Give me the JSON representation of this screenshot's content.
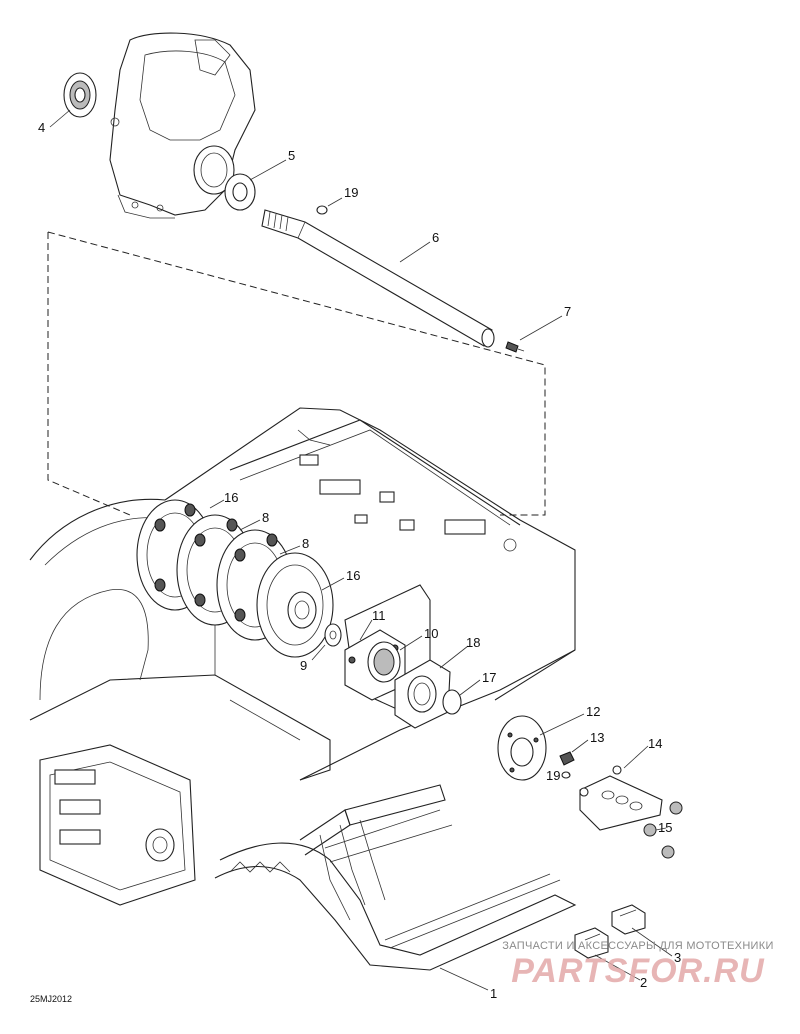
{
  "drawing_code": "25MJ2012",
  "watermark": {
    "caption": "ЗАПЧАСТИ И АКСЕССУАРЫ ДЛЯ МОТОТЕХНИКИ",
    "logo": "PARTSFOR.RU"
  },
  "callouts": [
    {
      "id": "c4",
      "text": "4"
    },
    {
      "id": "c5",
      "text": "5"
    },
    {
      "id": "c19a",
      "text": "19"
    },
    {
      "id": "c6",
      "text": "6"
    },
    {
      "id": "c7",
      "text": "7"
    },
    {
      "id": "c16a",
      "text": "16"
    },
    {
      "id": "c8a",
      "text": "8"
    },
    {
      "id": "c8b",
      "text": "8"
    },
    {
      "id": "c16b",
      "text": "16"
    },
    {
      "id": "c11",
      "text": "11"
    },
    {
      "id": "c10",
      "text": "10"
    },
    {
      "id": "c9",
      "text": "9"
    },
    {
      "id": "c18",
      "text": "18"
    },
    {
      "id": "c17",
      "text": "17"
    },
    {
      "id": "c12",
      "text": "12"
    },
    {
      "id": "c13",
      "text": "13"
    },
    {
      "id": "c14",
      "text": "14"
    },
    {
      "id": "c19b",
      "text": "19"
    },
    {
      "id": "c15",
      "text": "15"
    },
    {
      "id": "c3",
      "text": "3"
    },
    {
      "id": "c2",
      "text": "2"
    },
    {
      "id": "c1",
      "text": "1"
    }
  ]
}
